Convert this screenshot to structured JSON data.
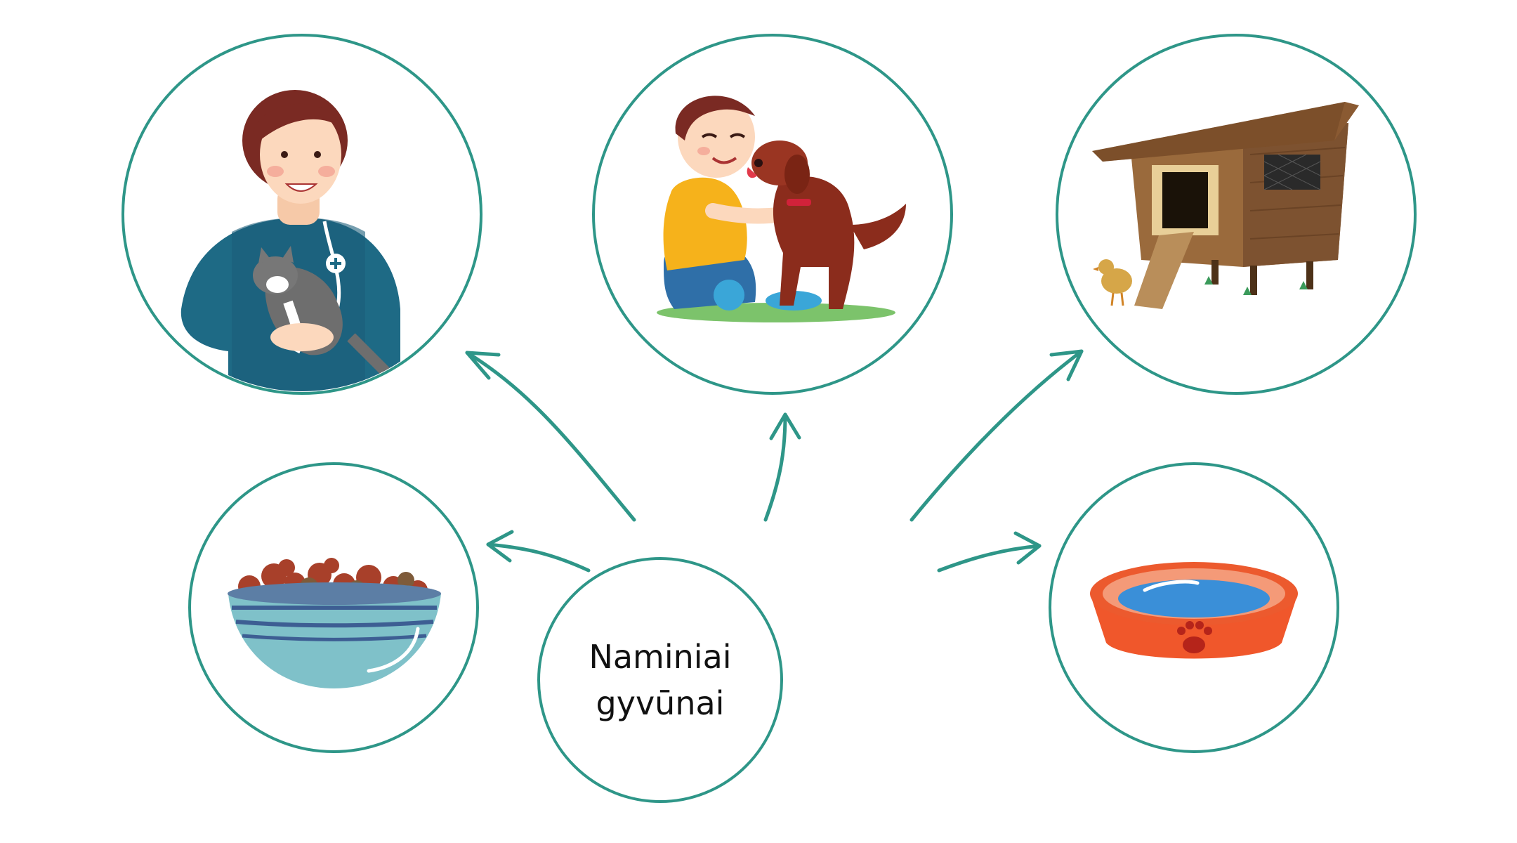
{
  "diagram": {
    "center_label_line1": "Naminiai",
    "center_label_line2": "gyvūnai",
    "accent_color": "#2e9688",
    "nodes": [
      {
        "id": "vet",
        "icon": "veterinarian-with-cat-icon"
      },
      {
        "id": "play",
        "icon": "boy-hugging-dog-icon"
      },
      {
        "id": "shelter",
        "icon": "chicken-coop-icon"
      },
      {
        "id": "food",
        "icon": "food-bowl-icon"
      },
      {
        "id": "water",
        "icon": "water-bowl-icon"
      }
    ]
  }
}
